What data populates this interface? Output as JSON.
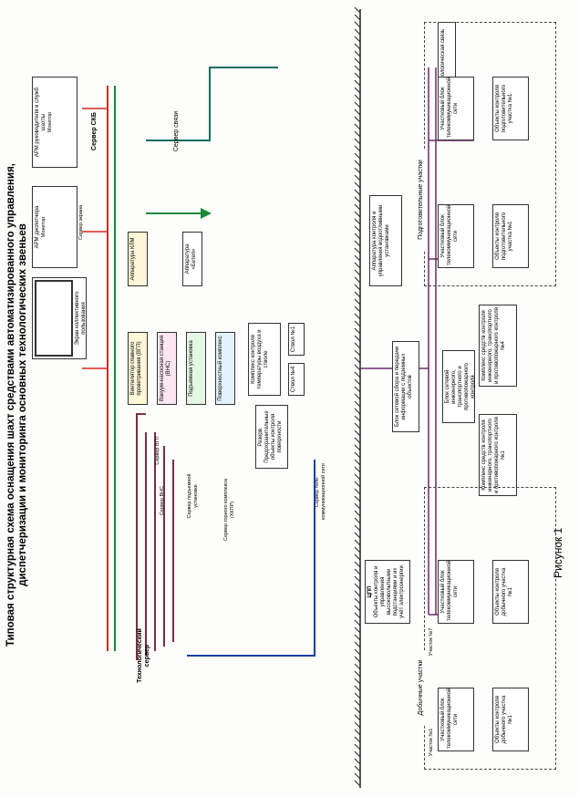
{
  "title_line1": "Типовая структурная схема оснащения шахт средствами автоматизированного управления,",
  "title_line2": "диспетчеризации и мониторинга основных технологических звеньев",
  "caption": "Рисунок 1",
  "top": {
    "screen": "Экран коллективного пользования",
    "screen_server": "Сервер экрана",
    "arm_dispatcher": "АРМ диспетчера",
    "monitor1": "Монитор",
    "arm_head": "АРМ руководителя и служб шахты",
    "monitor2": "Монитор",
    "skb_server": "Сервер СКБ",
    "comm_server": "Сервер связи",
    "internet": "Технологическая связь",
    "tech_server": "Технологический сервер"
  },
  "middle": {
    "vgp_server": "Сервер ВГП",
    "vns_server": "Сервер ВНС",
    "lift_server": "Сервер подъемной установки",
    "conveyor_server": "Сервер горного комплекса (ХКПР)",
    "telecom_server": "Сервер теле-коммуникационной сети",
    "vgp": "Вентилятор главного проветривания (ВГП)",
    "vns": "Вакуум-насосная станция (ВНС)",
    "lift": "Подъемная установка",
    "surface": "Поверхностный комплекс",
    "klm": "Аппаратура КЛМ",
    "betel": "Аппаратура «Бетел»",
    "gas": "Комплекс контроля температуры воздуха и стволе",
    "stvol4": "Ствол №4",
    "stvol1": "Ствол №1",
    "reserve": "Резерв. Предохранительные объекты контроля поверхности"
  },
  "wall": {
    "ctp": "ЦПП",
    "ctp_objects": "Объекты контроля и управления высоковольтными подстанциями и их учёт электроэнергии",
    "apparatus": "Аппаратура контроля и управления водоотливными установками",
    "network_block": "Блок сетевой сбора и передачи информации с подземных объектов",
    "eng_block": "Блок сетевой инженерного, транспортного и противопожарного контроля",
    "complex1": "Комплекс средств контроля инженерного, транспортного и противопожарного контроля №1",
    "complex4": "Комплекс средств контроля инженерного, транспортного и противопожарного контроля №4",
    "mining_section": "Добычные участки",
    "prep_section": "Подготовительные участки",
    "section_block": "Участковый блок телекоммуникационной сети",
    "mining_objects": "Объекты контроля добычного участка №1",
    "prep_objects": "Объекты контроля подготовительного участка №1",
    "uch1": "Участок №1",
    "uch7": "Участок №7"
  },
  "colors": {
    "red": "#d8281e",
    "green": "#1b8a3a",
    "darkred": "#6e1428",
    "blue": "#1c3fa8",
    "teal": "#0f6f5c",
    "purple": "#6b2a6a",
    "black": "#222222"
  }
}
